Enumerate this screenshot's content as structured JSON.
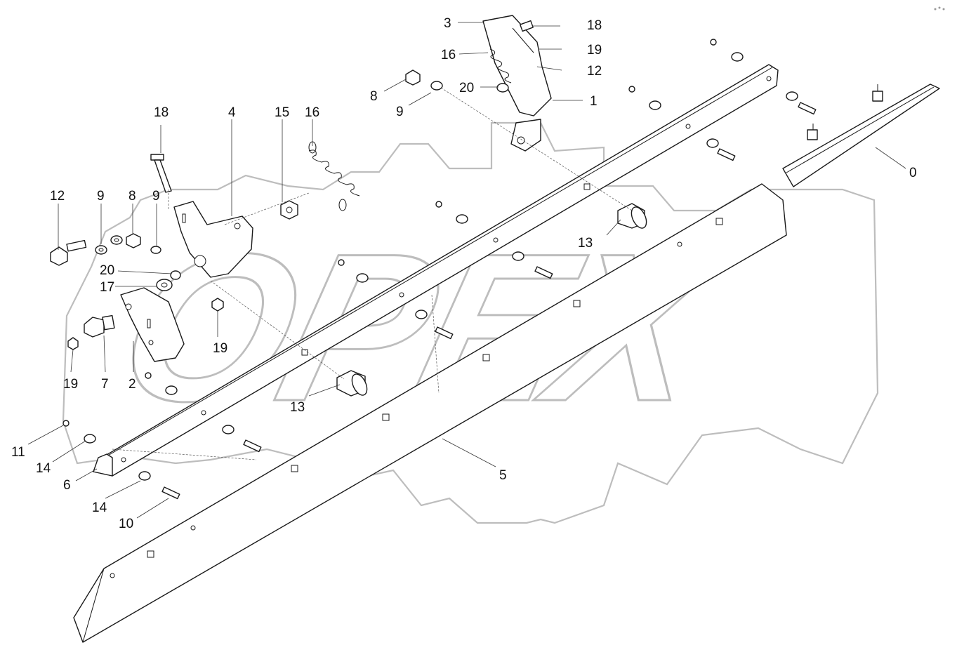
{
  "watermark": {
    "text": "OPEX"
  },
  "callouts": [
    {
      "id": "c-3a",
      "text": "3"
    },
    {
      "id": "c-18a",
      "text": "18"
    },
    {
      "id": "c-16a",
      "text": "16"
    },
    {
      "id": "c-19a",
      "text": "19"
    },
    {
      "id": "c-12a",
      "text": "12"
    },
    {
      "id": "c-20a",
      "text": "20"
    },
    {
      "id": "c-1",
      "text": "1"
    },
    {
      "id": "c-8a",
      "text": "8"
    },
    {
      "id": "c-9a",
      "text": "9"
    },
    {
      "id": "c-0",
      "text": "0"
    },
    {
      "id": "c-18b",
      "text": "18"
    },
    {
      "id": "c-4",
      "text": "4"
    },
    {
      "id": "c-15",
      "text": "15"
    },
    {
      "id": "c-16b",
      "text": "16"
    },
    {
      "id": "c-12b",
      "text": "12"
    },
    {
      "id": "c-9b",
      "text": "9"
    },
    {
      "id": "c-8b",
      "text": "8"
    },
    {
      "id": "c-9c",
      "text": "9"
    },
    {
      "id": "c-13a",
      "text": "13"
    },
    {
      "id": "c-20b",
      "text": "20"
    },
    {
      "id": "c-17",
      "text": "17"
    },
    {
      "id": "c-19b",
      "text": "19"
    },
    {
      "id": "c-19c",
      "text": "19"
    },
    {
      "id": "c-7",
      "text": "7"
    },
    {
      "id": "c-2",
      "text": "2"
    },
    {
      "id": "c-13b",
      "text": "13"
    },
    {
      "id": "c-11",
      "text": "11"
    },
    {
      "id": "c-14a",
      "text": "14"
    },
    {
      "id": "c-6",
      "text": "6"
    },
    {
      "id": "c-5",
      "text": "5"
    },
    {
      "id": "c-14b",
      "text": "14"
    },
    {
      "id": "c-10",
      "text": "10"
    }
  ]
}
